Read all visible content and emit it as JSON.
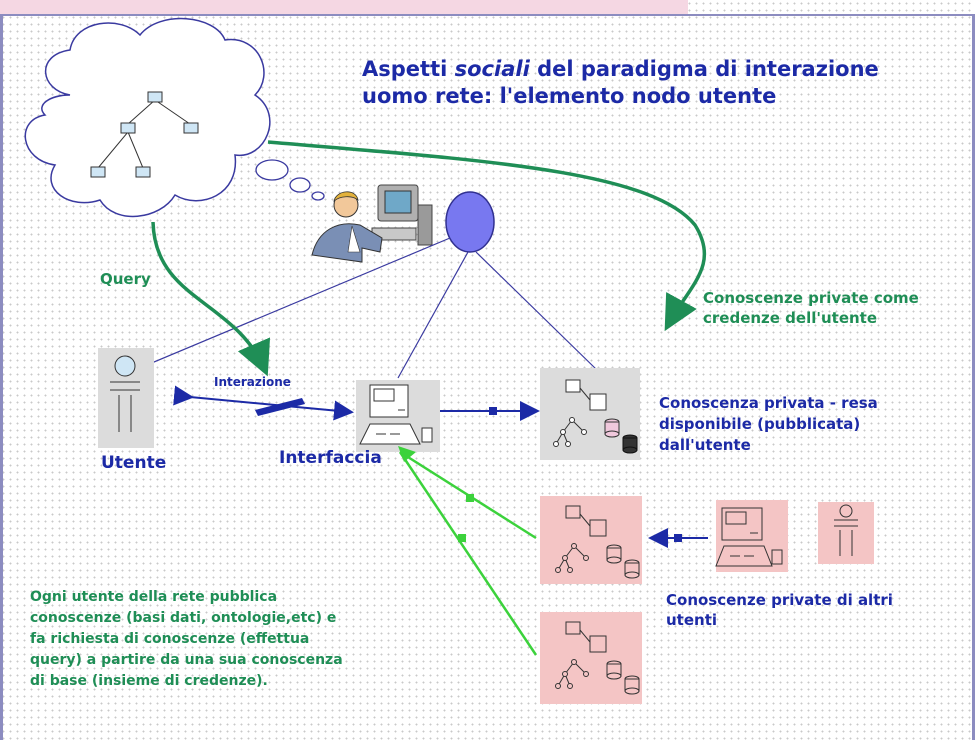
{
  "title": {
    "part1": "Aspetti ",
    "part2_italic": "sociali",
    "part3": " del paradigma di interazione",
    "line2": "uomo rete: l'elemento nodo utente"
  },
  "labels": {
    "query": "Query",
    "credenze_line1": "Conoscenze private come",
    "credenze_line2": "credenze dell'utente",
    "pubblicata_line1": "Conoscenza privata - resa",
    "pubblicata_line2": "disponibile (pubblicata)",
    "pubblicata_line3": "dall'utente",
    "utente": "Utente",
    "interfaccia": "Interfaccia",
    "interazione": "Interazione",
    "altri_line1": "Conoscenze private di altri",
    "altri_line2": "utenti"
  },
  "description": {
    "line1": "Ogni utente della rete pubblica",
    "line2": "conoscenze (basi dati, ontologie,etc) e",
    "line3": "fa richiesta di conoscenze (effettua",
    "line4": "query) a partire da una sua conoscenza",
    "line5": "di base (insieme di credenze)."
  },
  "colors": {
    "title_blue": "#1c2aa6",
    "label_green": "#1f8e56",
    "node_violet": "#7878f0",
    "link_green": "#3cd23c",
    "panel_grey": "#dcdcdc",
    "panel_pink": "#f4c5c5",
    "header_pink": "#f5d7e3"
  }
}
